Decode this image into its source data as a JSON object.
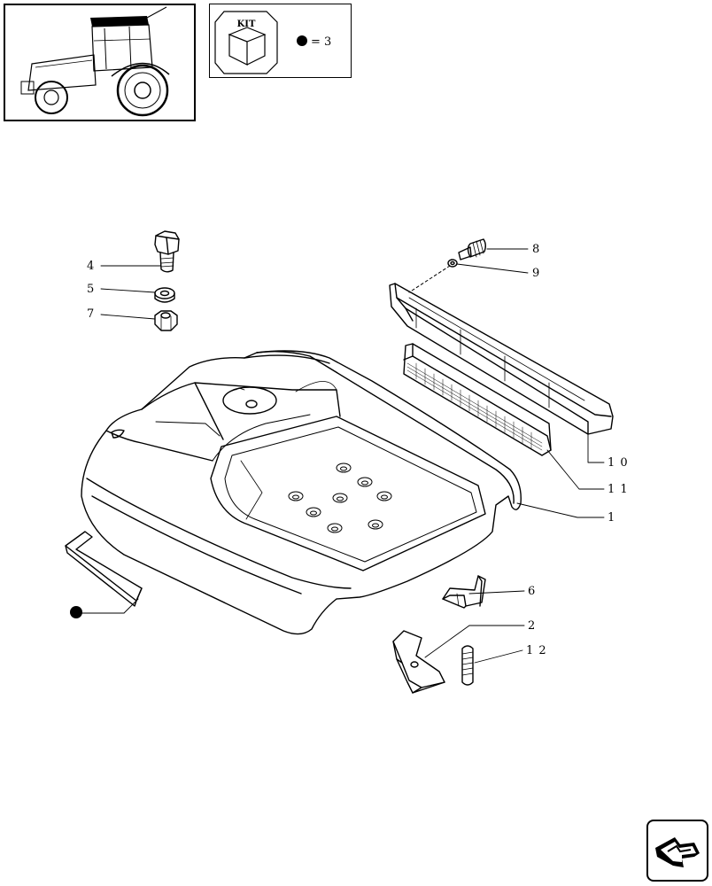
{
  "kit": {
    "label": "KIT",
    "equation": "= 3",
    "marker_icon": "filled-circle-icon"
  },
  "callouts": [
    {
      "id": "4",
      "text": "4"
    },
    {
      "id": "5",
      "text": "5"
    },
    {
      "id": "7",
      "text": "7"
    },
    {
      "id": "8",
      "text": "8"
    },
    {
      "id": "9",
      "text": "9"
    },
    {
      "id": "10",
      "text": "1 0"
    },
    {
      "id": "11",
      "text": "1 1"
    },
    {
      "id": "1",
      "text": "1"
    },
    {
      "id": "6",
      "text": "6"
    },
    {
      "id": "2",
      "text": "2"
    },
    {
      "id": "12",
      "text": "1 2"
    }
  ],
  "colors": {
    "ink": "#000000",
    "paper": "#ffffff"
  },
  "nav": {
    "icon": "next-page-arrow-icon"
  }
}
